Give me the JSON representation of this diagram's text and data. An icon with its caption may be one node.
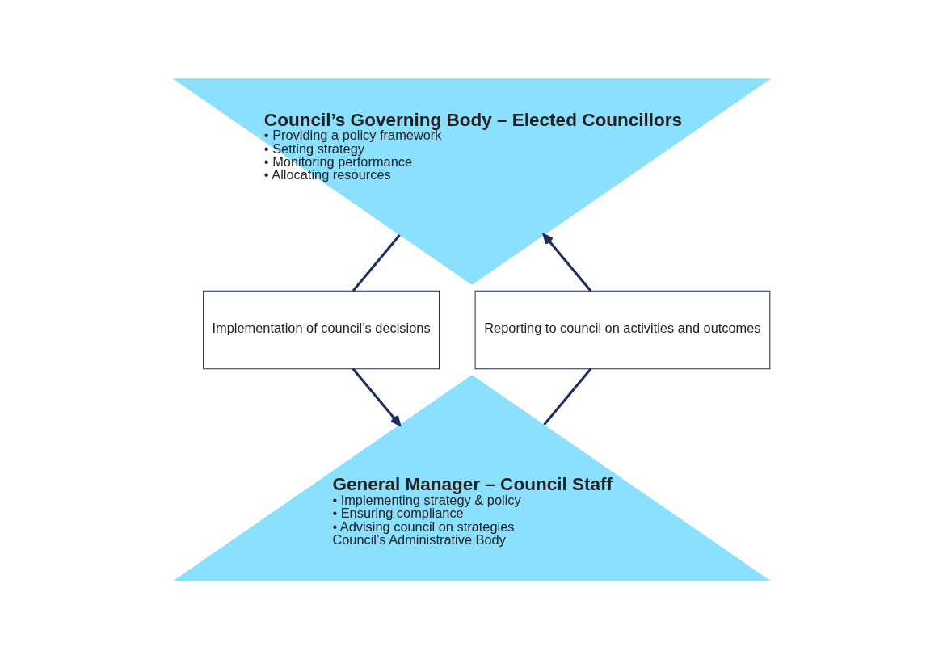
{
  "diagram": {
    "nodes": [
      {
        "text": [
          "Council’s Governing Body – Elected Councillors",
          "• Providing a policy framework",
          "• Setting strategy",
          "• Monitoring performance",
          "• Allocating resources"
        ]
      },
      {
        "text": [
          "General Manager – Council Staff",
          "• Implementing strategy & policy",
          "• Ensuring compliance",
          "• Advising council on strategies",
          "Council’s Administrative Body"
        ]
      },
      {
        "text": [
          "Reporting to council on activities and outcomes"
        ]
      },
      {
        "text": [
          "Implementation of council’s decisions"
        ]
      }
    ],
    "edges": [
      {
        "from": 1,
        "to": 2,
        "arrow": "none"
      },
      {
        "from": 2,
        "to": 0,
        "arrow": "to"
      },
      {
        "from": 0,
        "to": 3,
        "arrow": "none"
      },
      {
        "from": 3,
        "to": 1,
        "arrow": "to"
      }
    ]
  }
}
